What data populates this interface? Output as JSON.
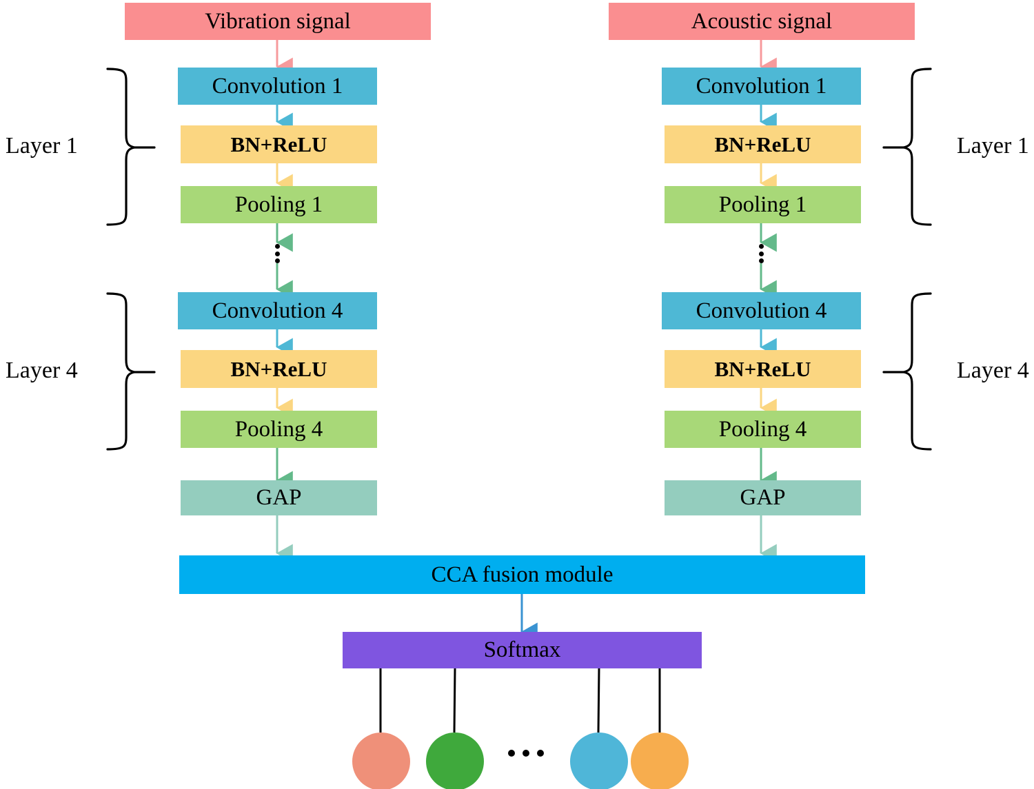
{
  "diagram": {
    "title_colors": {
      "signal": "#fa8e90",
      "convolution": "#4eb8d5",
      "bnrelu": "#fbd681",
      "pooling": "#a8d878",
      "gap": "#94cdbe",
      "cca": "#00aeef",
      "softmax": "#7f55e0",
      "arrow_signal": "#f79a9c",
      "arrow_conv": "#4eb8d5",
      "arrow_bn": "#fbd681",
      "arrow_pool": "#63b98a",
      "arrow_gap": "#94cdbe",
      "arrow_cca": "#3a93d2",
      "line_black": "#000000"
    },
    "left_branch": {
      "input": "Vibration signal",
      "layer1": {
        "bracket_label": "Layer 1",
        "conv": "Convolution 1",
        "bn": "BN+ReLU",
        "pool": "Pooling 1"
      },
      "layer4": {
        "bracket_label": "Layer 4",
        "conv": "Convolution 4",
        "bn": "BN+ReLU",
        "pool": "Pooling 4"
      },
      "gap": "GAP"
    },
    "right_branch": {
      "input": "Acoustic signal",
      "layer1": {
        "bracket_label": "Layer 1",
        "conv": "Convolution 1",
        "bn": "BN+ReLU",
        "pool": "Pooling 1"
      },
      "layer4": {
        "bracket_label": "Layer 4",
        "conv": "Convolution 4",
        "bn": "BN+ReLU",
        "pool": "Pooling 4"
      },
      "gap": "GAP"
    },
    "fusion": "CCA  fusion module",
    "classifier": "Softmax",
    "output_nodes": [
      {
        "name": "class-node-1",
        "color": "#ef9079"
      },
      {
        "name": "class-node-2",
        "color": "#3fa93c"
      },
      {
        "name": "class-node-3",
        "color": "#4fb6d8"
      },
      {
        "name": "class-node-4",
        "color": "#f7ad4e"
      }
    ],
    "ellipsis_between_nodes": "...",
    "ellipsis_vertical": "⋮"
  }
}
